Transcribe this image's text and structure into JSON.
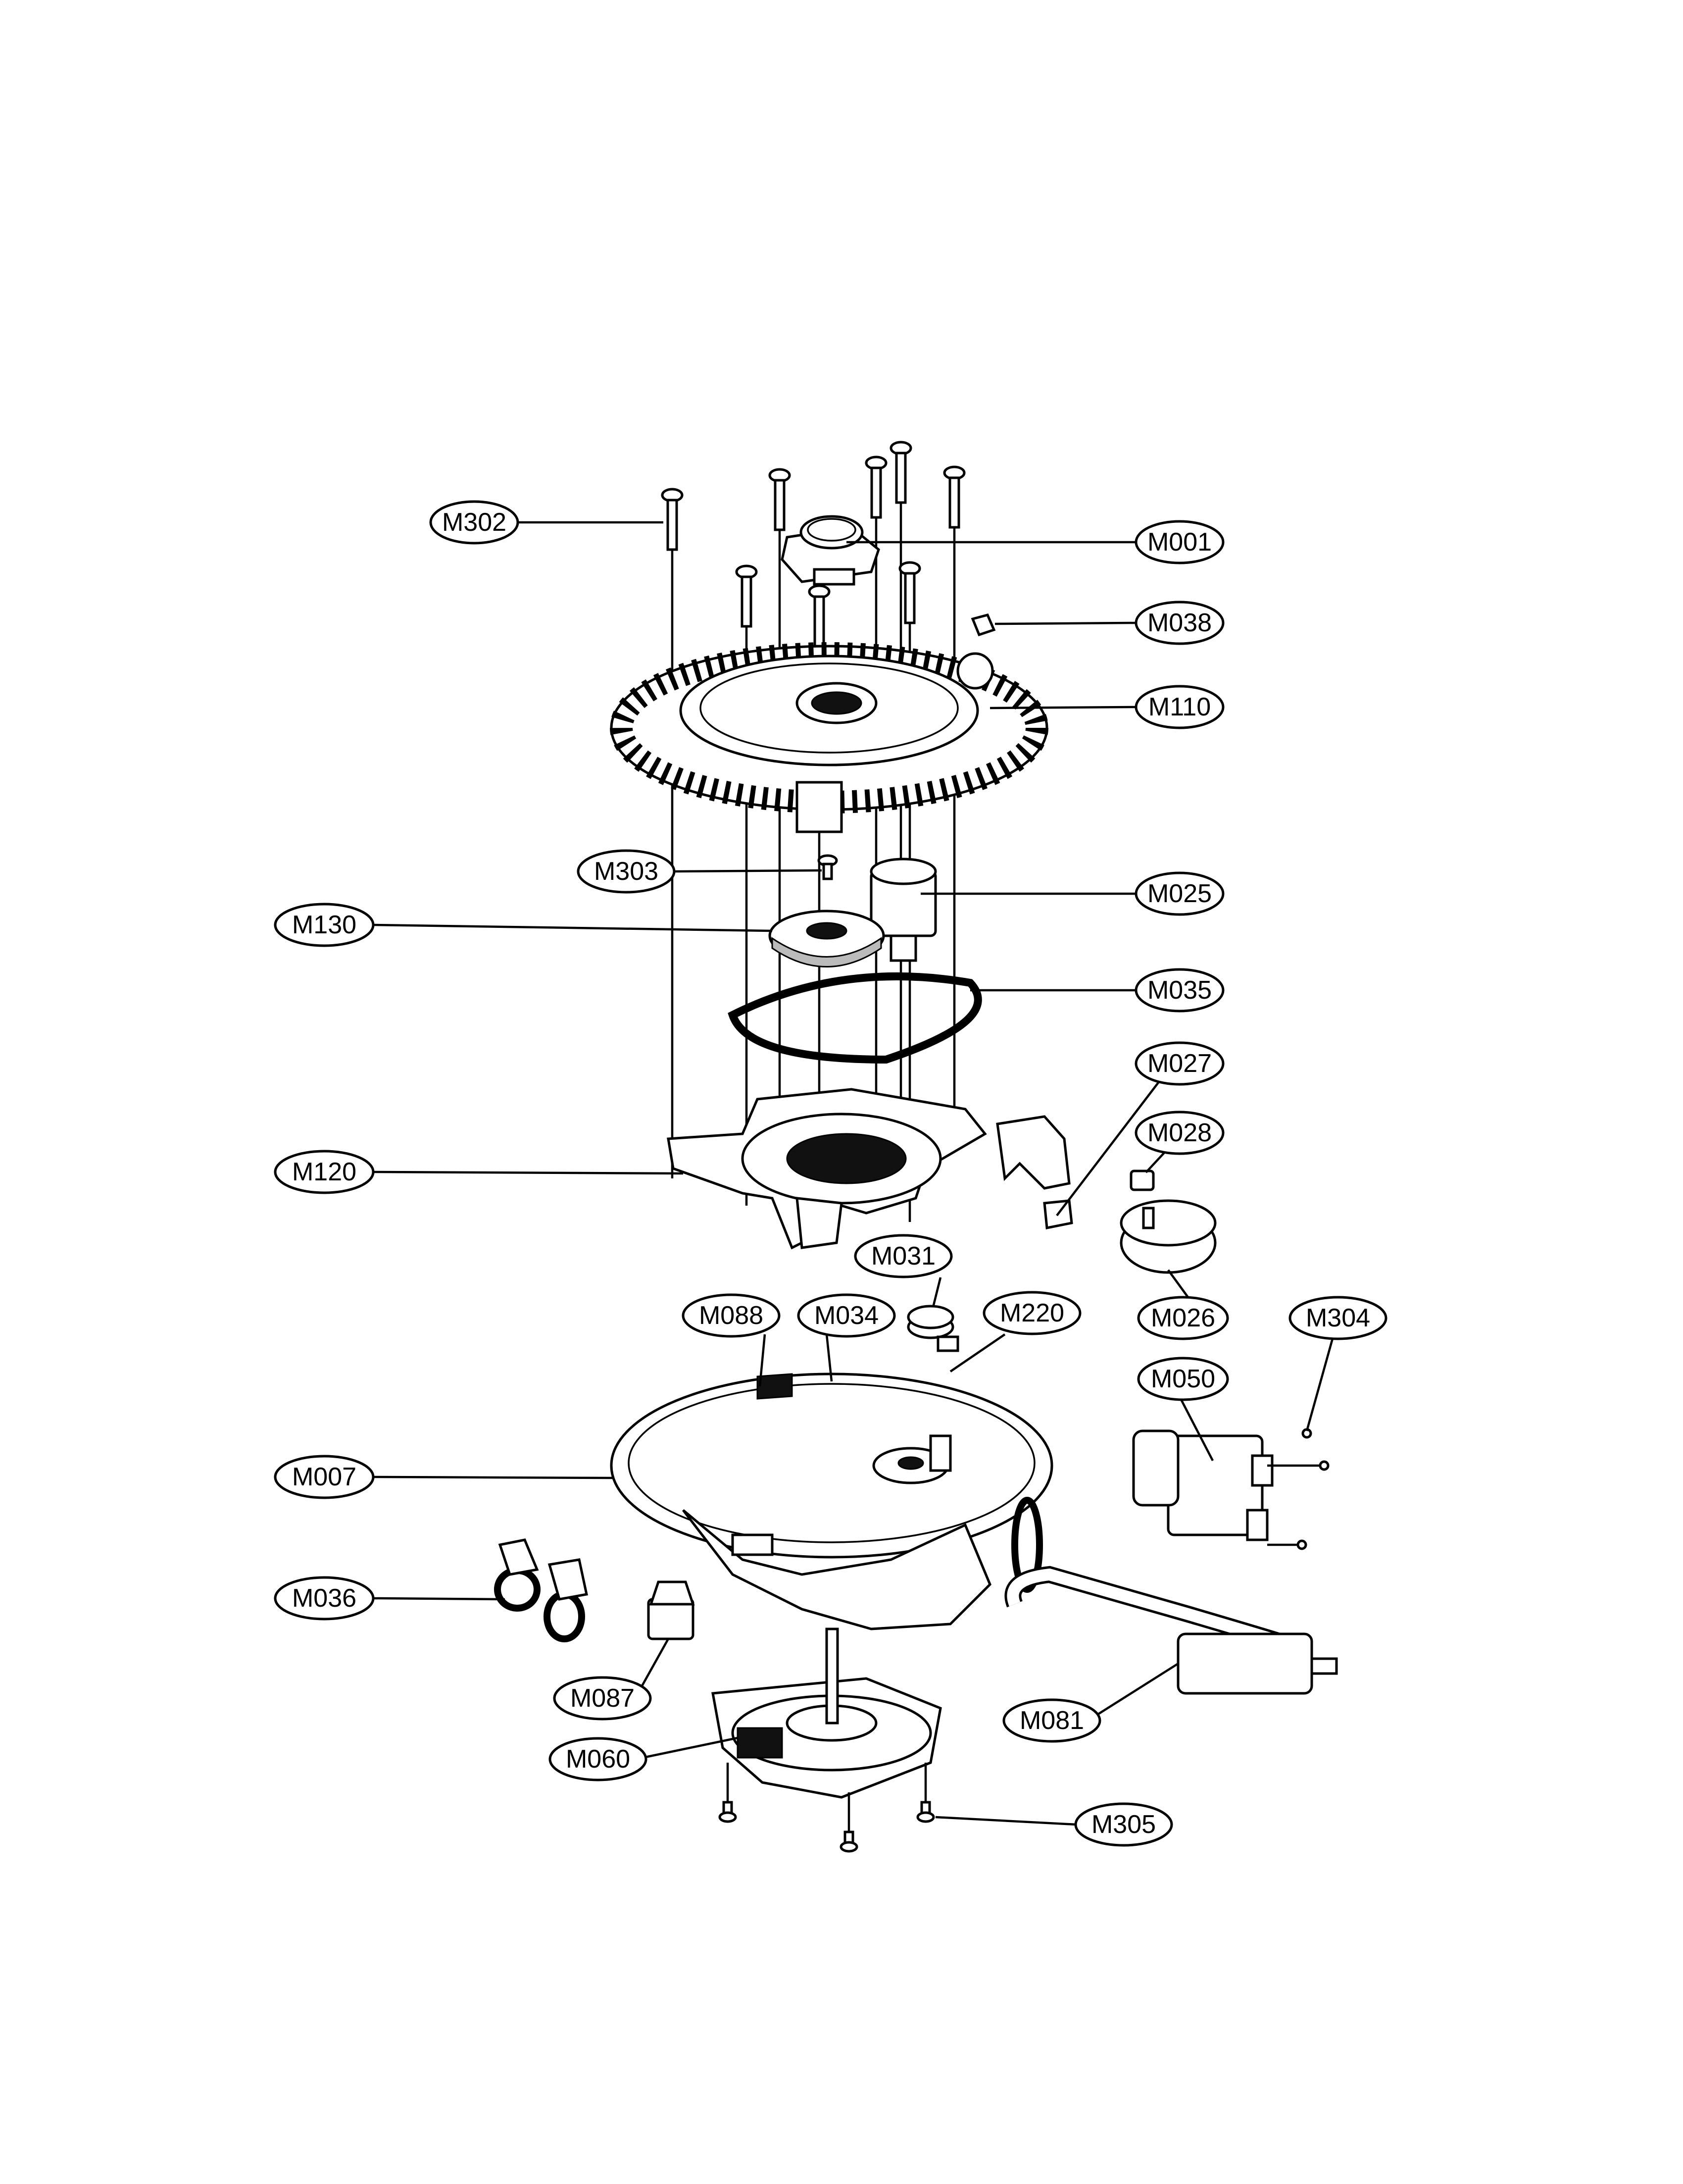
{
  "diagram": {
    "callouts": {
      "M302": "M302",
      "M001": "M001",
      "M038": "M038",
      "M110": "M110",
      "M303": "M303",
      "M025": "M025",
      "M130": "M130",
      "M035": "M035",
      "M027": "M027",
      "M028": "M028",
      "M120": "M120",
      "M031": "M031",
      "M026": "M026",
      "M088": "M088",
      "M034": "M034",
      "M220": "M220",
      "M304": "M304",
      "M050": "M050",
      "M007": "M007",
      "M036": "M036",
      "M087": "M087",
      "M081": "M081",
      "M060": "M060",
      "M305": "M305"
    }
  }
}
